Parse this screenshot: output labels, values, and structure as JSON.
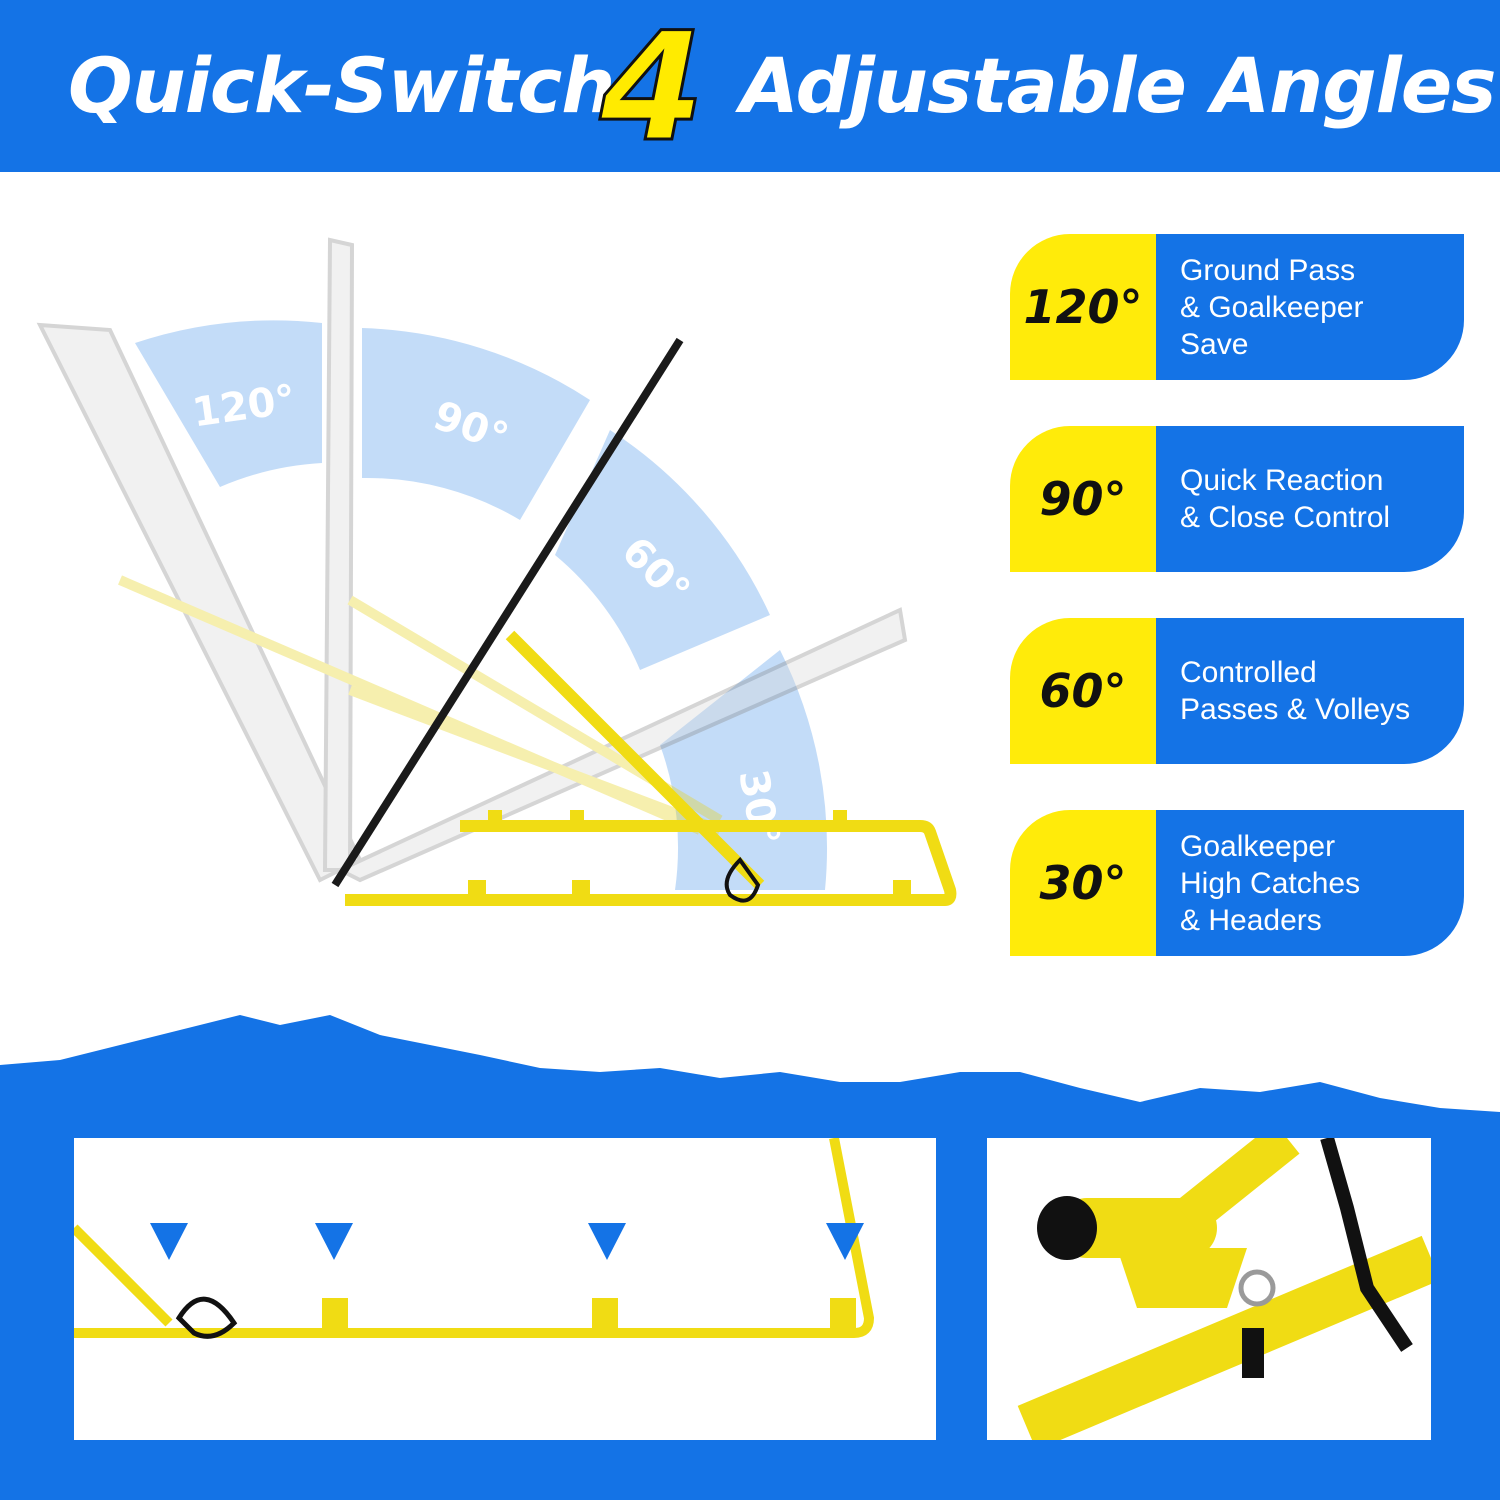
{
  "header": {
    "title_left": "Quick-Switch",
    "title_number": "4",
    "title_right": "Adjustable Angles"
  },
  "diagram": {
    "angle_labels": [
      "120°",
      "90°",
      "60°",
      "30°"
    ]
  },
  "cards": [
    {
      "angle": "120°",
      "lines": [
        "Ground Pass",
        "& Goalkeeper",
        "Save"
      ]
    },
    {
      "angle": "90°",
      "lines": [
        "Quick Reaction",
        "& Close Control"
      ]
    },
    {
      "angle": "60°",
      "lines": [
        "Controlled",
        "Passes & Volleys"
      ]
    },
    {
      "angle": "30°",
      "lines": [
        "Goalkeeper",
        "High Catches",
        "& Headers"
      ]
    }
  ],
  "colors": {
    "brand_blue": "#1473e6",
    "accent_yellow": "#ffeb0a",
    "arc_blue": "#bcd8f7"
  }
}
